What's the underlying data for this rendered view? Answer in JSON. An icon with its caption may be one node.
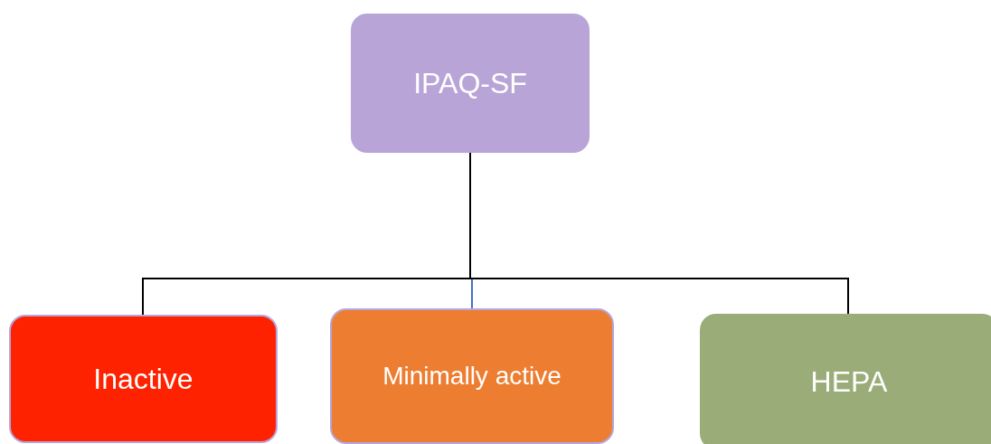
{
  "diagram": {
    "nodes": [
      {
        "text": [
          "IPAQ-SF"
        ]
      },
      {
        "text": [
          "Inactive"
        ]
      },
      {
        "text": [
          "Minimally active"
        ]
      },
      {
        "text": [
          "HEPA"
        ]
      }
    ],
    "edges": [
      {
        "from": 0,
        "to": 1,
        "arrow": "none"
      },
      {
        "from": 0,
        "to": 2,
        "arrow": "none",
        "color": "#4472c4"
      },
      {
        "from": 0,
        "to": 3,
        "arrow": "none"
      }
    ]
  }
}
